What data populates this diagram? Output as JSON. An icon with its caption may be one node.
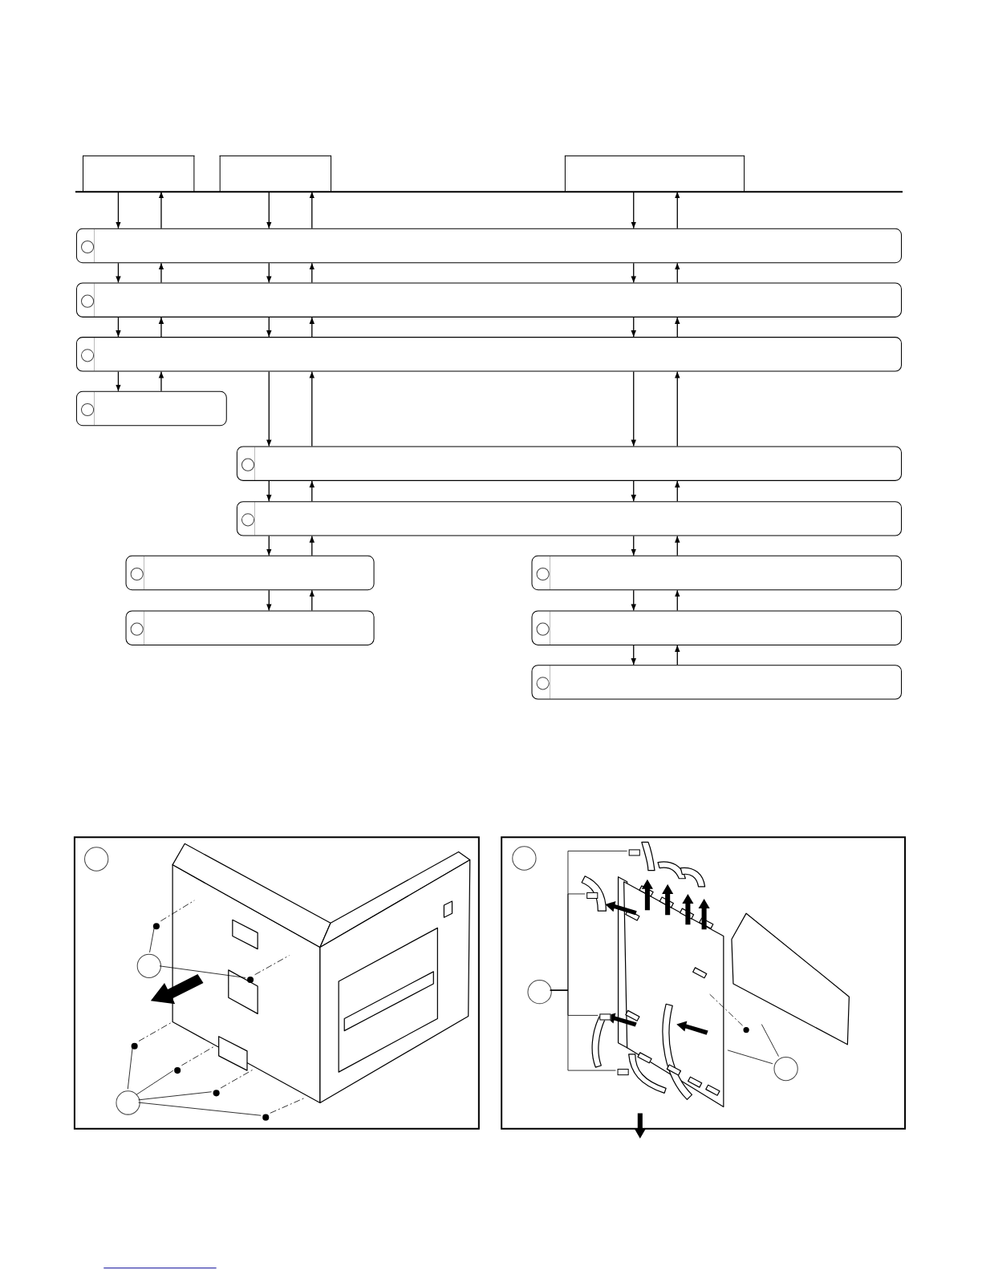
{
  "diagram": {
    "nodes": [
      {
        "text": [],
        "shape": "box"
      },
      {
        "text": [],
        "shape": "box"
      },
      {
        "text": [],
        "shape": "box"
      },
      {
        "text": [],
        "shape": "box"
      },
      {
        "text": [],
        "shape": "circle",
        "in": 3
      },
      {
        "text": [],
        "shape": "box"
      },
      {
        "text": [],
        "shape": "circle",
        "in": 5
      },
      {
        "text": [],
        "shape": "box"
      },
      {
        "text": [],
        "shape": "circle",
        "in": 7
      },
      {
        "text": [],
        "shape": "box"
      },
      {
        "text": [],
        "shape": "circle",
        "in": 9
      },
      {
        "text": [],
        "shape": "box"
      },
      {
        "text": [],
        "shape": "circle",
        "in": 11
      },
      {
        "text": [],
        "shape": "box"
      },
      {
        "text": [],
        "shape": "circle",
        "in": 13
      },
      {
        "text": [],
        "shape": "box"
      },
      {
        "text": [],
        "shape": "circle",
        "in": 15
      },
      {
        "text": [],
        "shape": "box"
      },
      {
        "text": [],
        "shape": "circle",
        "in": 17
      },
      {
        "text": [],
        "shape": "box"
      },
      {
        "text": [],
        "shape": "circle",
        "in": 19
      },
      {
        "text": [],
        "shape": "box"
      },
      {
        "text": [],
        "shape": "circle",
        "in": 21
      },
      {
        "text": [],
        "shape": "box"
      },
      {
        "text": [],
        "shape": "circle",
        "in": 23
      },
      {
        "text": [],
        "shape": "box"
      },
      {
        "text": [],
        "shape": "circle",
        "in": 25
      },
      {
        "text": [],
        "shape": "circle",
        "in": 25
      },
      {
        "text": [],
        "shape": "circle",
        "in": 25
      },
      {
        "text": [],
        "shape": "box"
      },
      {
        "text": [],
        "shape": "circle",
        "in": 29
      },
      {
        "text": [],
        "shape": "circle",
        "in": 29
      },
      {
        "text": [],
        "shape": "circle",
        "in": 29
      },
      {
        "text": [],
        "shape": "screw",
        "in": 25
      },
      {
        "text": [],
        "shape": "screw",
        "in": 25
      },
      {
        "text": [],
        "shape": "screw",
        "in": 25
      },
      {
        "text": [],
        "shape": "screw",
        "in": 25
      },
      {
        "text": [],
        "shape": "screw",
        "in": 25
      },
      {
        "text": [],
        "shape": "screw",
        "in": 25
      },
      {
        "text": [],
        "shape": "connector",
        "in": 29
      },
      {
        "text": [],
        "shape": "connector",
        "in": 29
      },
      {
        "text": [],
        "shape": "connector",
        "in": 29
      },
      {
        "text": [],
        "shape": "connector",
        "in": 29
      }
    ],
    "edges": [
      {
        "from": 0,
        "to": 3,
        "arrow": "to"
      },
      {
        "from": 3,
        "to": 0,
        "arrow": "to"
      },
      {
        "from": 1,
        "to": 3,
        "arrow": "to"
      },
      {
        "from": 3,
        "to": 1,
        "arrow": "to"
      },
      {
        "from": 2,
        "to": 3,
        "arrow": "to"
      },
      {
        "from": 3,
        "to": 2,
        "arrow": "to"
      },
      {
        "from": 3,
        "to": 5,
        "arrow": "to"
      },
      {
        "from": 5,
        "to": 3,
        "arrow": "to"
      },
      {
        "from": 3,
        "to": 5,
        "arrow": "to"
      },
      {
        "from": 5,
        "to": 3,
        "arrow": "to"
      },
      {
        "from": 3,
        "to": 5,
        "arrow": "to"
      },
      {
        "from": 5,
        "to": 3,
        "arrow": "to"
      },
      {
        "from": 5,
        "to": 7,
        "arrow": "to"
      },
      {
        "from": 7,
        "to": 5,
        "arrow": "to"
      },
      {
        "from": 5,
        "to": 7,
        "arrow": "to"
      },
      {
        "from": 7,
        "to": 5,
        "arrow": "to"
      },
      {
        "from": 5,
        "to": 7,
        "arrow": "to"
      },
      {
        "from": 7,
        "to": 5,
        "arrow": "to"
      },
      {
        "from": 7,
        "to": 9,
        "arrow": "to"
      },
      {
        "from": 9,
        "to": 7,
        "arrow": "to"
      },
      {
        "from": 7,
        "to": 11,
        "arrow": "to"
      },
      {
        "from": 11,
        "to": 7,
        "arrow": "to"
      },
      {
        "from": 7,
        "to": 11,
        "arrow": "to"
      },
      {
        "from": 11,
        "to": 7,
        "arrow": "to"
      },
      {
        "from": 11,
        "to": 13,
        "arrow": "to"
      },
      {
        "from": 13,
        "to": 11,
        "arrow": "to"
      },
      {
        "from": 11,
        "to": 13,
        "arrow": "to"
      },
      {
        "from": 13,
        "to": 11,
        "arrow": "to"
      },
      {
        "from": 13,
        "to": 15,
        "arrow": "to"
      },
      {
        "from": 15,
        "to": 13,
        "arrow": "to"
      },
      {
        "from": 13,
        "to": 17,
        "arrow": "to"
      },
      {
        "from": 17,
        "to": 13,
        "arrow": "to"
      },
      {
        "from": 15,
        "to": 19,
        "arrow": "to"
      },
      {
        "from": 19,
        "to": 15,
        "arrow": "to"
      },
      {
        "from": 17,
        "to": 21,
        "arrow": "to"
      },
      {
        "from": 21,
        "to": 17,
        "arrow": "to"
      },
      {
        "from": 21,
        "to": 23,
        "arrow": "to"
      },
      {
        "from": 23,
        "to": 21,
        "arrow": "to"
      },
      {
        "from": 27,
        "to": 33,
        "arrow": "none"
      },
      {
        "from": 27,
        "to": 34,
        "arrow": "none"
      },
      {
        "from": 28,
        "to": 35,
        "arrow": "none"
      },
      {
        "from": 28,
        "to": 36,
        "arrow": "none"
      },
      {
        "from": 28,
        "to": 37,
        "arrow": "none"
      },
      {
        "from": 28,
        "to": 38,
        "arrow": "none"
      },
      {
        "from": 31,
        "to": 39,
        "arrow": "none"
      },
      {
        "from": 31,
        "to": 40,
        "arrow": "none"
      },
      {
        "from": 31,
        "to": 41,
        "arrow": "none"
      },
      {
        "from": 31,
        "to": 42,
        "arrow": "none"
      },
      {
        "from": 32,
        "to": null,
        "arrow": "none"
      },
      {
        "from": 32,
        "to": null,
        "arrow": "none"
      }
    ]
  }
}
